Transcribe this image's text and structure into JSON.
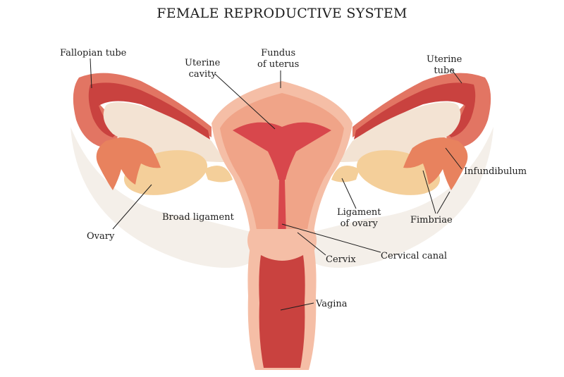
{
  "title": "FEMALE REPRODUCTIVE SYSTEM",
  "labels": {
    "fallopian_tube": "Fallopian tube",
    "uterine_cavity": [
      "Uterine",
      "cavity"
    ],
    "fundus": [
      "Fundus",
      "of uterus"
    ],
    "uterine_tube": [
      "Uterine",
      "tube"
    ],
    "infundibulum": "Infundibulum",
    "broad_ligament": "Broad ligament",
    "ovary": "Ovary",
    "ligament_of_ovary": [
      "Ligament",
      "of ovary"
    ],
    "fimbriae": "Fimbriae",
    "cervix": "Cervix",
    "cervical_canal": "Cervical canal",
    "vagina": "Vagina"
  },
  "colors": {
    "uterus_wall": "#f0a488",
    "uterus_outer": "#f5bea6",
    "cavity": "#d8474c",
    "cavity_dark": "#b8323a",
    "tube": "#c9423f",
    "tube_light": "#e27563",
    "ligament": "#f3e3d3",
    "ovary": "#f4cf9a",
    "fimbriae": "#e8825e",
    "ligament_bg": "#f1ece6"
  }
}
